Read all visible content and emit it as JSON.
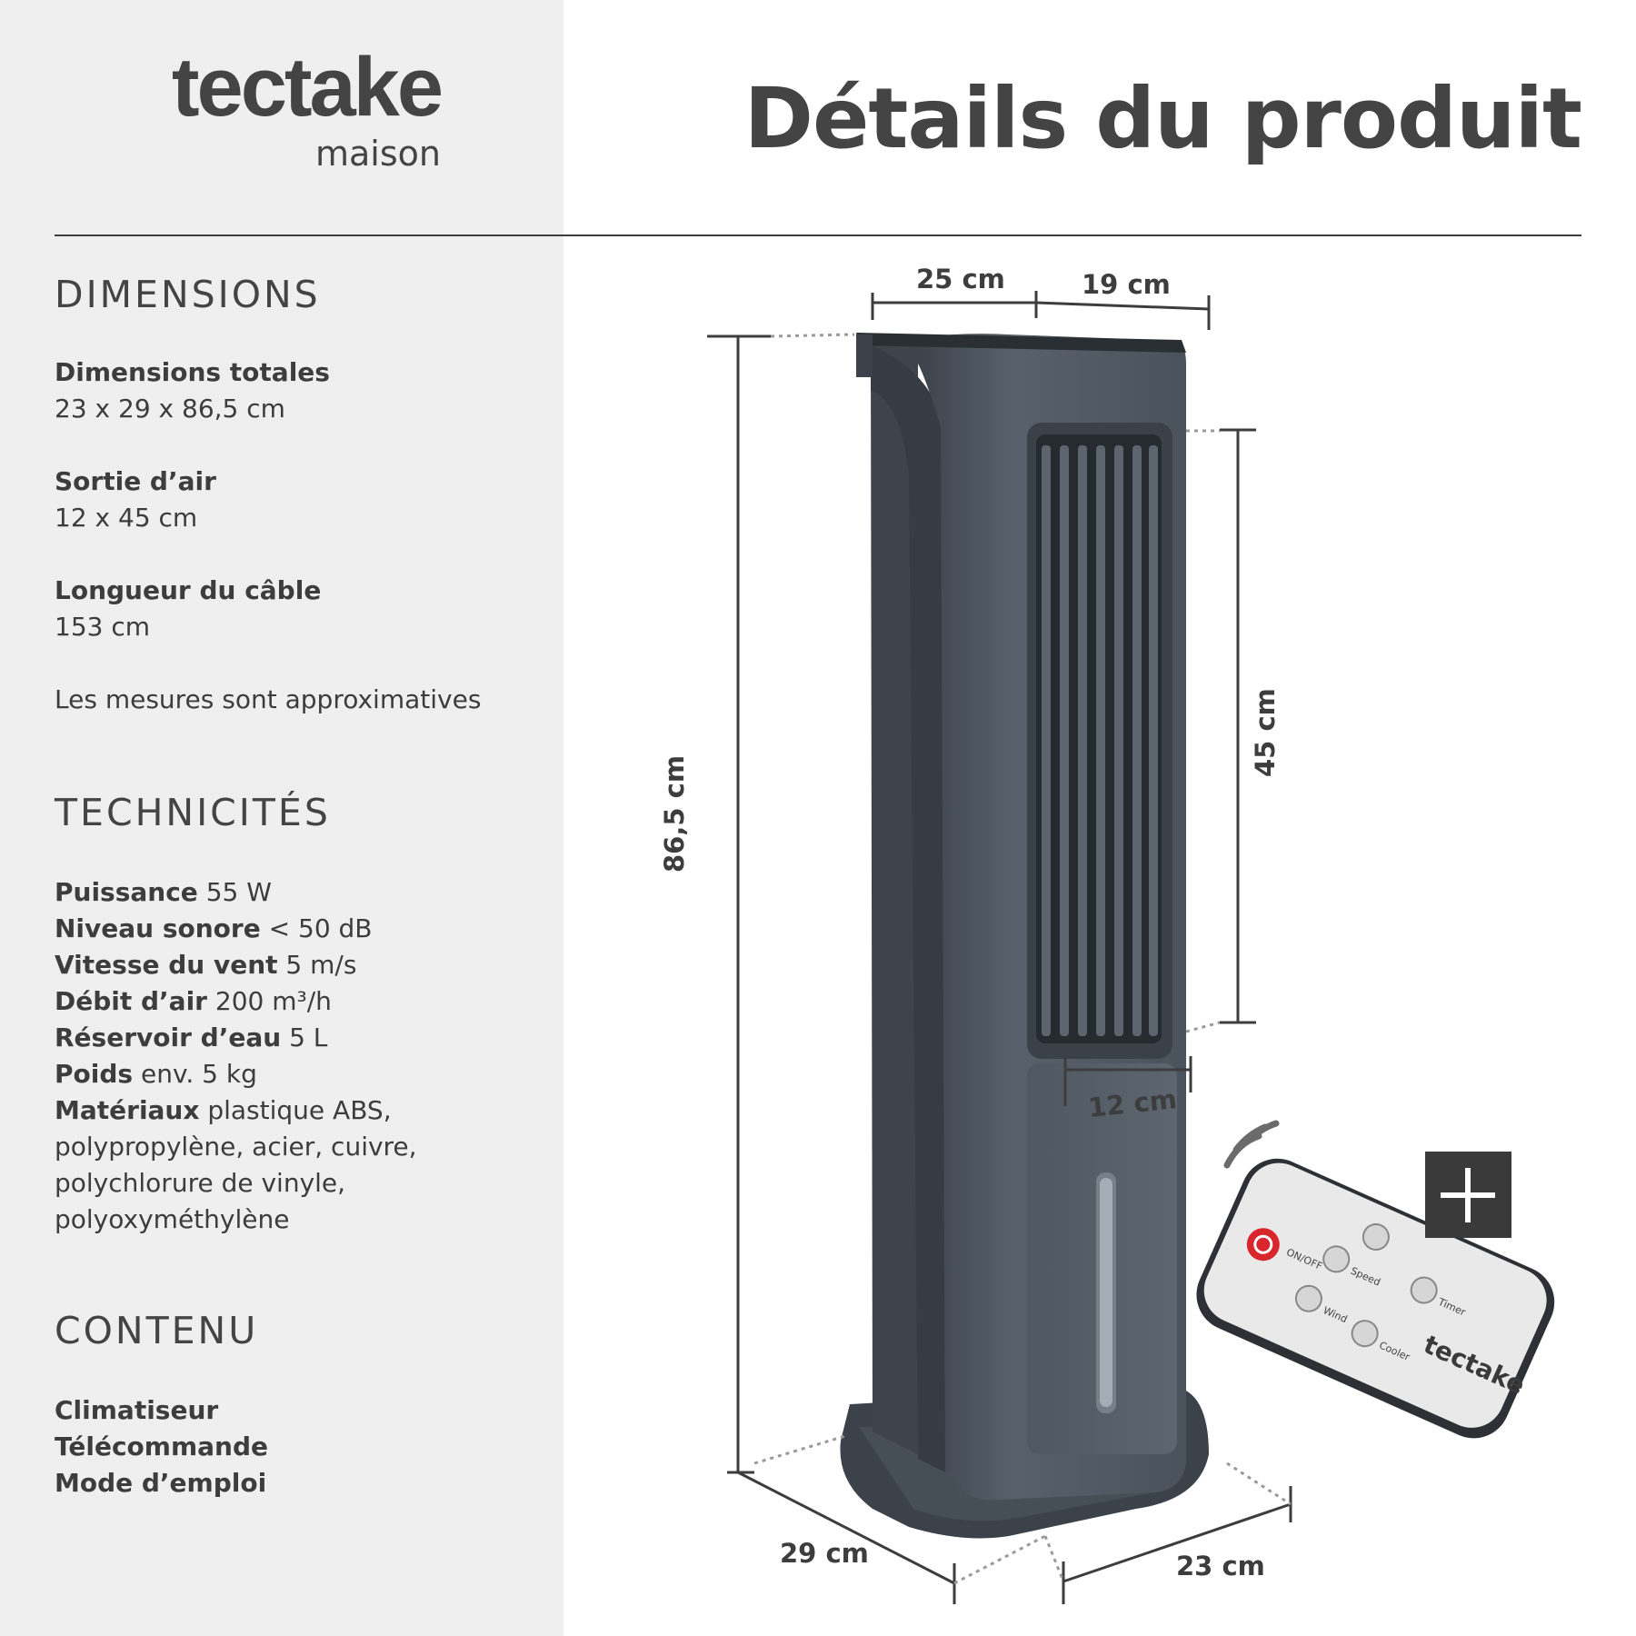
{
  "brand": {
    "name": "tectake",
    "sub": "maison"
  },
  "title": "Détails du produit",
  "sections": {
    "dimensions": {
      "heading": "DIMENSIONS",
      "items": [
        {
          "label": "Dimensions totales",
          "value": "23 x 29 x 86,5 cm"
        },
        {
          "label": "Sortie d’air",
          "value": "12 x 45 cm"
        },
        {
          "label": "Longueur du câble",
          "value": "153 cm"
        }
      ],
      "note": "Les mesures sont approximatives"
    },
    "technical": {
      "heading": "TECHNICITÉS",
      "items": [
        {
          "label": "Puissance",
          "value": "55 W"
        },
        {
          "label": "Niveau sonore",
          "value": "< 50 dB"
        },
        {
          "label": "Vitesse du vent",
          "value": "5 m/s"
        },
        {
          "label": "Débit d’air",
          "value": "200 m³/h"
        },
        {
          "label": "Réservoir d’eau",
          "value": "5 L"
        },
        {
          "label": "Poids",
          "value": "env. 5 kg"
        },
        {
          "label": "Matériaux",
          "value": "plastique ABS,",
          "extra": [
            "polypropylène, acier, cuivre,",
            "polychlorure de vinyle,",
            "polyoxyméthylène"
          ]
        }
      ]
    },
    "contents": {
      "heading": "CONTENU",
      "items": [
        "Climatiseur",
        "Télécommande",
        "Mode d’emploi"
      ]
    }
  },
  "measurements": {
    "top_width": "25 cm",
    "top_depth": "19 cm",
    "height": "86,5 cm",
    "outlet_height": "45 cm",
    "outlet_width": "12 cm",
    "base_depth": "29 cm",
    "base_width": "23 cm"
  },
  "remote": {
    "labels": {
      "power": "ON/OFF",
      "speed": "Speed",
      "wind": "Wind",
      "timer": "Timer",
      "cooler": "Cooler",
      "brand": "tectake"
    }
  },
  "colors": {
    "left_panel": "#efefef",
    "text": "#3d3d3d",
    "device": "#4a525b",
    "power_button": "#d8262c"
  }
}
